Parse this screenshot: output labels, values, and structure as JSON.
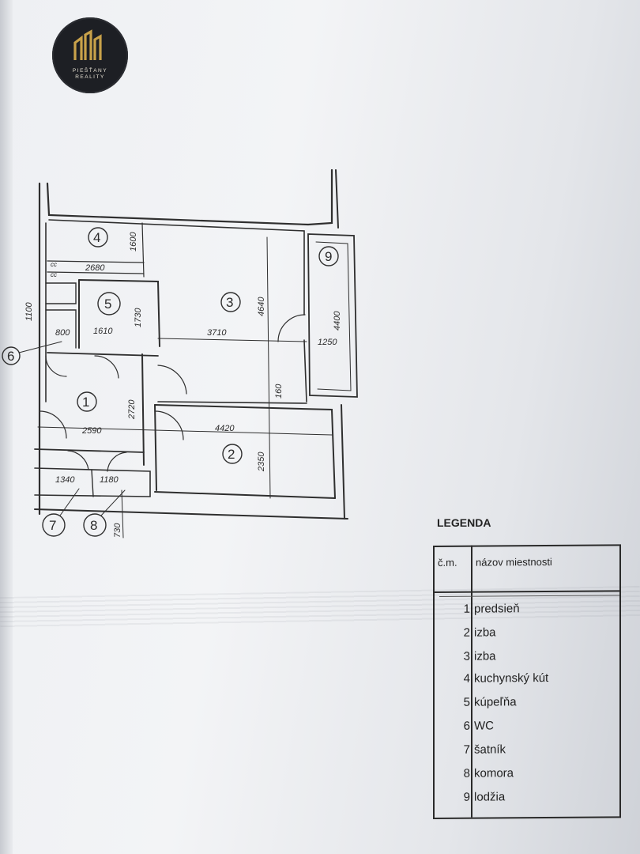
{
  "logo": {
    "brand_line1": "PIEŠŤANY",
    "brand_line2": "REALITY",
    "accent_color": "#c9a24a"
  },
  "plan": {
    "rooms": [
      {
        "id": "1",
        "label": "1"
      },
      {
        "id": "2",
        "label": "2"
      },
      {
        "id": "3",
        "label": "3"
      },
      {
        "id": "4",
        "label": "4"
      },
      {
        "id": "5",
        "label": "5"
      },
      {
        "id": "6",
        "label": "6"
      },
      {
        "id": "7",
        "label": "7"
      },
      {
        "id": "8",
        "label": "8"
      },
      {
        "id": "9",
        "label": "9"
      }
    ],
    "dimensions": {
      "d1600": "1600",
      "d2680": "2680",
      "d1100": "1100",
      "d1730": "1730",
      "d1610": "1610",
      "d800": "800",
      "d3710": "3710",
      "d4640": "4640",
      "d4400": "4400",
      "d1250": "1250",
      "d2720": "2720",
      "d160": "160",
      "d2590": "2590",
      "d4420": "4420",
      "d2350": "2350",
      "d1340": "1340",
      "d1180": "1180",
      "d730": "730",
      "cc1": "cc",
      "cc2": "cc"
    }
  },
  "legend": {
    "title": "LEGENDA",
    "col_number": "č.m.",
    "col_name": "názov miestnosti",
    "rows": [
      {
        "n": "1",
        "name": "predsieň"
      },
      {
        "n": "2",
        "name": "izba"
      },
      {
        "n": "3",
        "name": "izba"
      },
      {
        "n": "4",
        "name": "kuchynský kút"
      },
      {
        "n": "5",
        "name": "kúpeľňa"
      },
      {
        "n": "6",
        "name": "WC"
      },
      {
        "n": "7",
        "name": "šatník"
      },
      {
        "n": "8",
        "name": "komora"
      },
      {
        "n": "9",
        "name": "lodžia"
      }
    ]
  }
}
